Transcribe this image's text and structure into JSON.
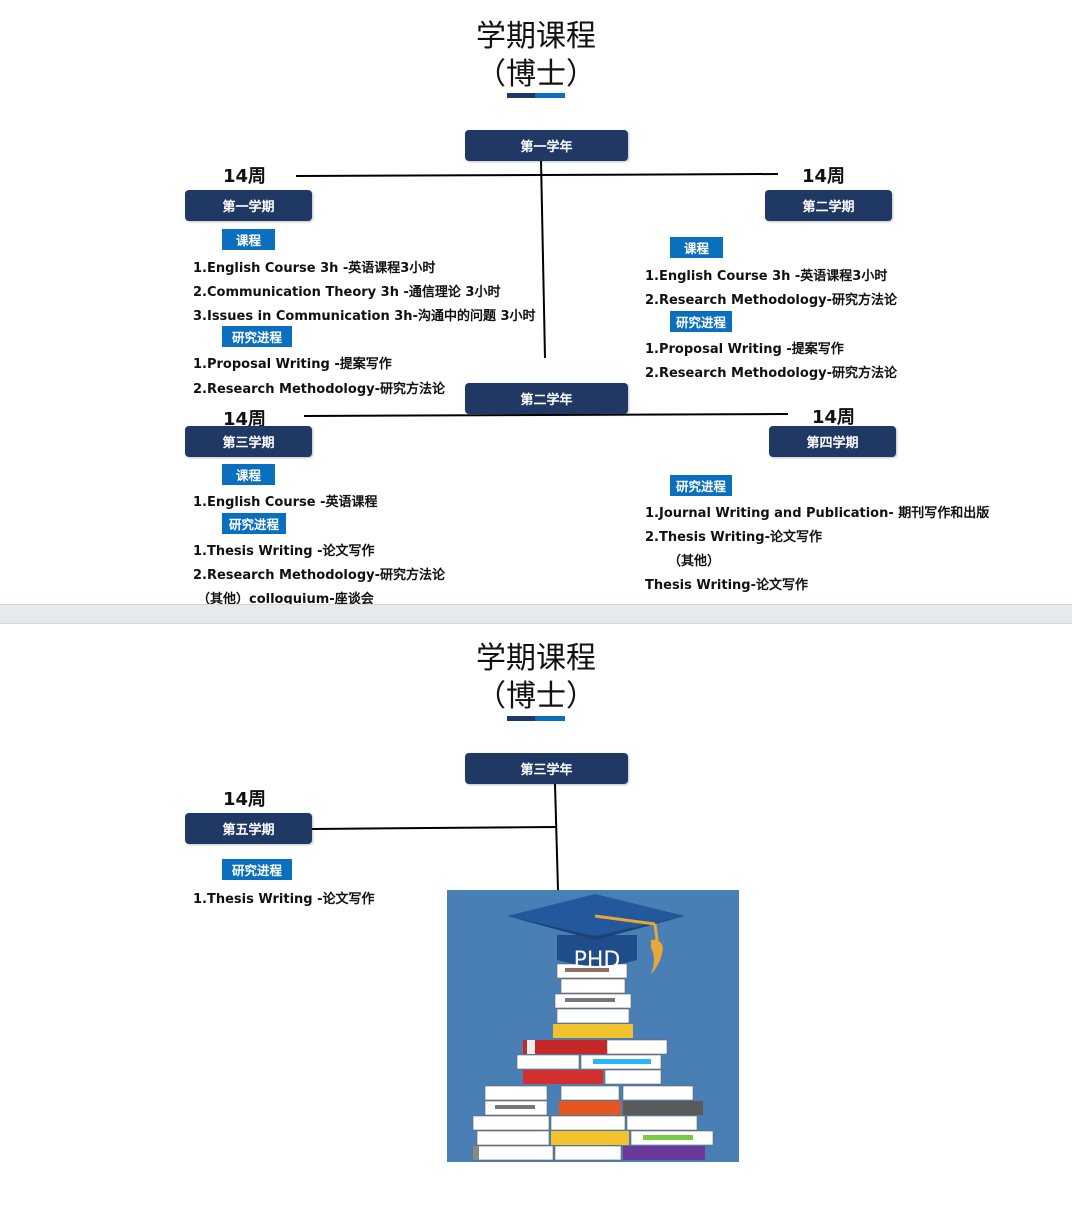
{
  "title_main": "学期课程",
  "title_sub": "（博士）",
  "weeks_label": "14周",
  "year1": "第一学年",
  "year2": "第二学年",
  "year3": "第三学年",
  "sem1": {
    "label": "第一学期",
    "course_tag": "课程",
    "courses": [
      "1.English Course 3h -英语课程3小时",
      "2.Communication Theory 3h -通信理论 3小时",
      "3.Issues in Communication 3h-沟通中的问题 3小时"
    ],
    "research_tag": "研究进程",
    "research": [
      "1.Proposal Writing -提案写作",
      "2.Research Methodology-研究方法论"
    ]
  },
  "sem2": {
    "label": "第二学期",
    "course_tag": "课程",
    "courses": [
      "1.English Course 3h -英语课程3小时",
      "2.Research Methodology-研究方法论"
    ],
    "research_tag": "研究进程",
    "research": [
      "1.Proposal Writing -提案写作",
      "2.Research Methodology-研究方法论"
    ]
  },
  "sem3": {
    "label": "第三学期",
    "course_tag": "课程",
    "courses": [
      "1.English Course  -英语课程"
    ],
    "research_tag": "研究进程",
    "research": [
      "1.Thesis Writing -论文写作",
      "2.Research Methodology-研究方法论",
      "（其他）colloquium-座谈会"
    ]
  },
  "sem4": {
    "label": "第四学期",
    "research_tag": "研究进程",
    "research": [
      "1.Journal Writing and Publication- 期刊写作和出版",
      "2.Thesis Writing-论文写作",
      "（其他）",
      "Thesis Writing-论文写作"
    ]
  },
  "sem5": {
    "label": "第五学期",
    "research_tag": "研究进程",
    "research": [
      "1.Thesis Writing -论文写作"
    ]
  },
  "phd_text": "PHD",
  "colors": {
    "navy": "#1f3864",
    "blue_tag": "#0b6fbf",
    "illustration_bg": "#4a7fb5",
    "cap": "#24589c",
    "tassel": "#e8a838"
  }
}
